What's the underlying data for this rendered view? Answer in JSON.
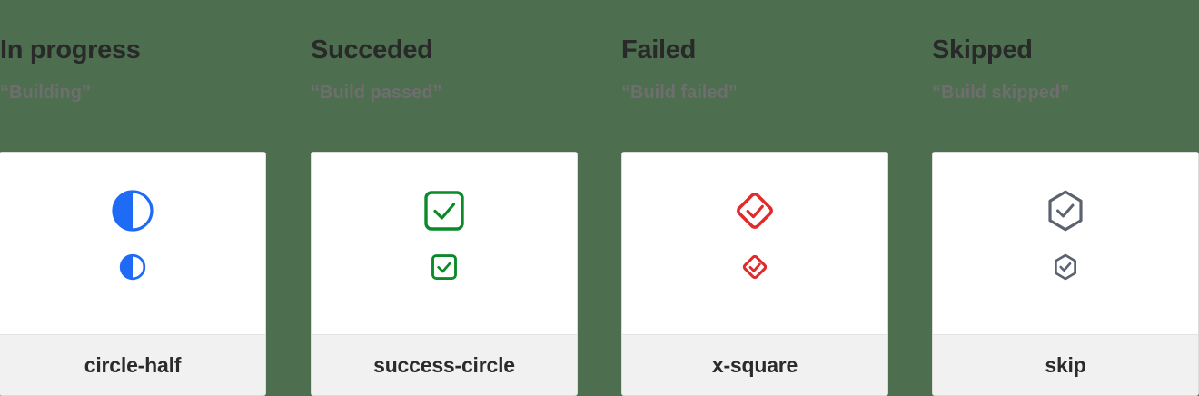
{
  "background_color": "#4d6e4f",
  "columns": [
    {
      "title": "In progress",
      "subtitle": "“Building”",
      "icon_name": "circle-half",
      "label": "circle-half",
      "color": "#1f6bf5"
    },
    {
      "title": "Succeded",
      "subtitle": "“Build passed”",
      "icon_name": "success-circle",
      "label": "success-circle",
      "color": "#0a8a28"
    },
    {
      "title": "Failed",
      "subtitle": "“Build failed”",
      "icon_name": "x-square",
      "label": "x-square",
      "color": "#e12b2b"
    },
    {
      "title": "Skipped",
      "subtitle": "“Build skipped”",
      "icon_name": "skip",
      "label": "skip",
      "color": "#5c6370"
    }
  ]
}
